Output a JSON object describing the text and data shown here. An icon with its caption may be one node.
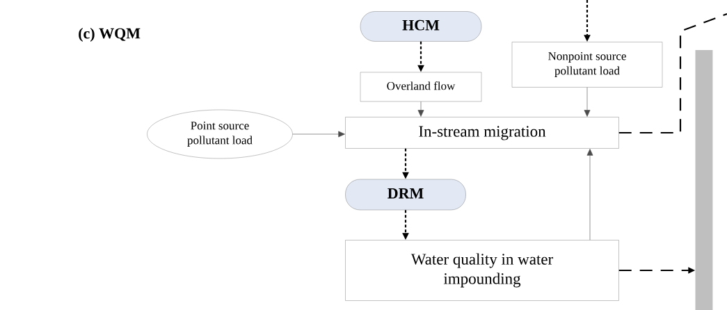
{
  "diagram": {
    "title": "(c) WQM",
    "nodes": [
      {
        "text": [
          "HCM"
        ]
      },
      {
        "text": [
          "Overland flow"
        ]
      },
      {
        "text": [
          "Nonpoint source pollutant load"
        ]
      },
      {
        "text": [
          "Point source pollutant load"
        ]
      },
      {
        "text": [
          "In-stream migration"
        ]
      },
      {
        "text": [
          "DRM"
        ]
      },
      {
        "text": [
          "Water quality in water impounding"
        ]
      },
      {
        "text": [],
        "shape": "bar"
      }
    ],
    "edges": [
      {
        "from": null,
        "to": 2,
        "arrow": "to",
        "style": "dashed"
      },
      {
        "from": 0,
        "to": 1,
        "arrow": "to",
        "style": "dashed"
      },
      {
        "from": 1,
        "to": 4,
        "arrow": "to"
      },
      {
        "from": 2,
        "to": 4,
        "arrow": "to"
      },
      {
        "from": 3,
        "to": 4,
        "arrow": "to"
      },
      {
        "from": 4,
        "to": 5,
        "arrow": "to",
        "style": "dashed"
      },
      {
        "from": 5,
        "to": 6,
        "arrow": "to",
        "style": "dashed"
      },
      {
        "from": 6,
        "to": 4,
        "arrow": "to"
      },
      {
        "from": 4,
        "to": null,
        "arrow": "none",
        "style": "dashed"
      },
      {
        "from": 6,
        "to": 7,
        "arrow": "to",
        "style": "dashed"
      }
    ]
  }
}
